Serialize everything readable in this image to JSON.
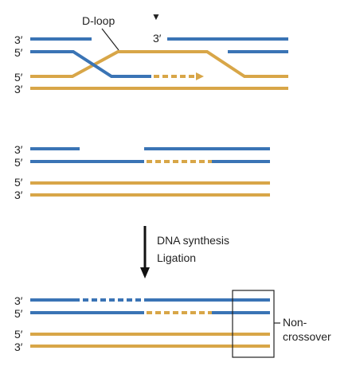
{
  "colors": {
    "blue_strand": "#3a74b5",
    "gold_strand": "#d8a648",
    "ink": "#222222"
  },
  "panel_top": {
    "dloop_label": "D-loop",
    "cut_marker": "▼",
    "end_labels": [
      "3′",
      "5′",
      "5′",
      "3′"
    ],
    "right_end_label": "3′"
  },
  "panel_middle": {
    "end_labels": [
      "3′",
      "5′",
      "5′",
      "3′"
    ]
  },
  "step_arrow": {
    "line1": "DNA synthesis",
    "line2": "Ligation"
  },
  "panel_bottom": {
    "end_labels": [
      "3′",
      "5′",
      "5′",
      "3′"
    ],
    "outcome_line1": "Non-",
    "outcome_line2": "crossover"
  }
}
